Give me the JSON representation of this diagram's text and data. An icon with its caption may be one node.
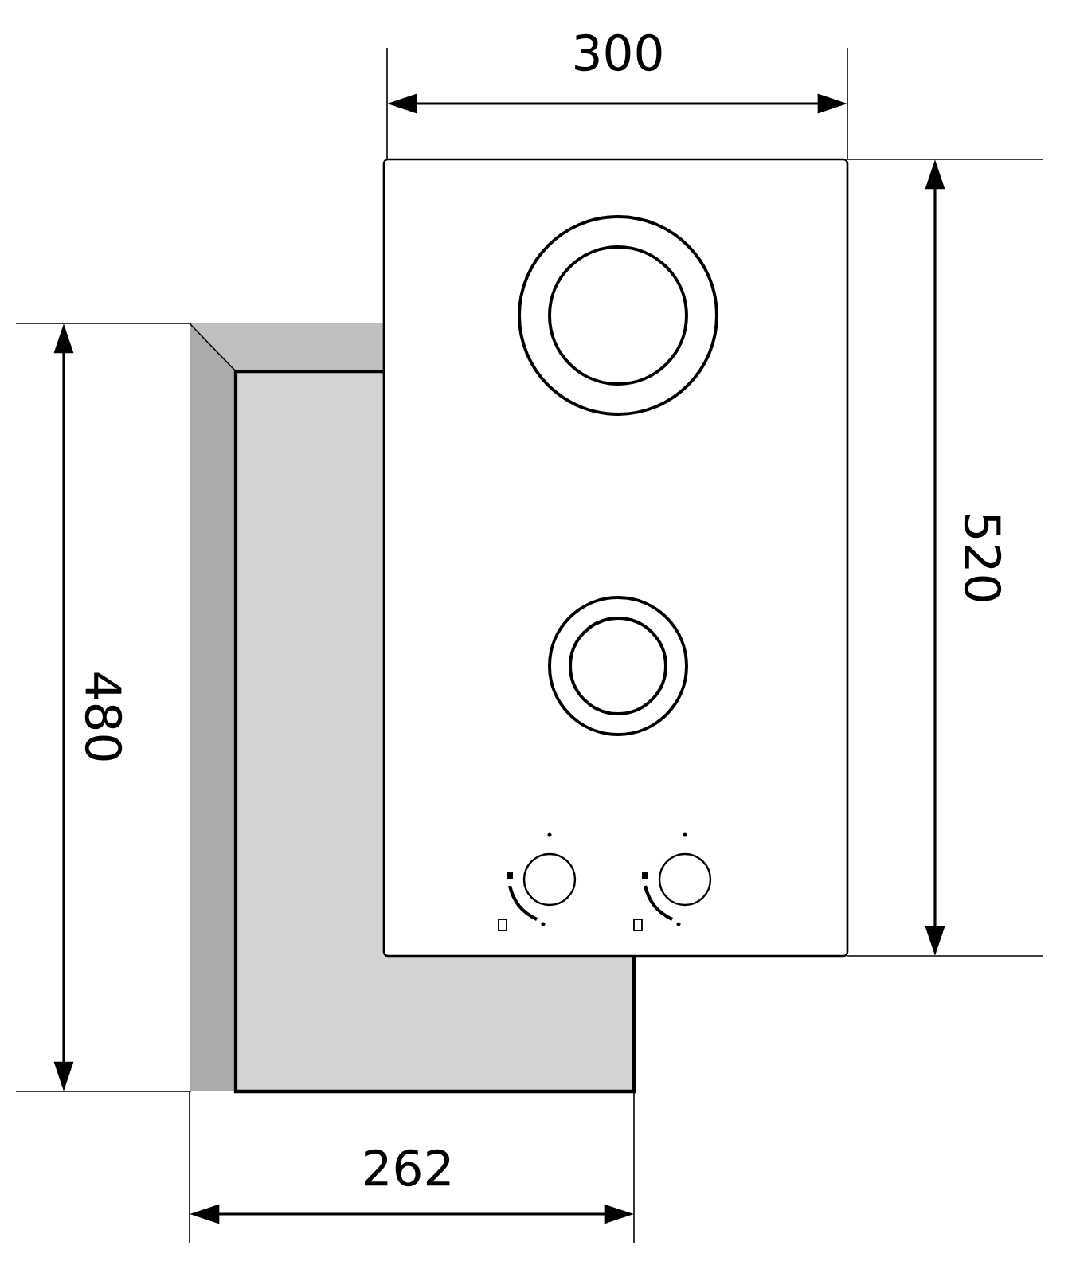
{
  "diagram": {
    "labels": [
      "300",
      "520",
      "480",
      "262"
    ]
  }
}
